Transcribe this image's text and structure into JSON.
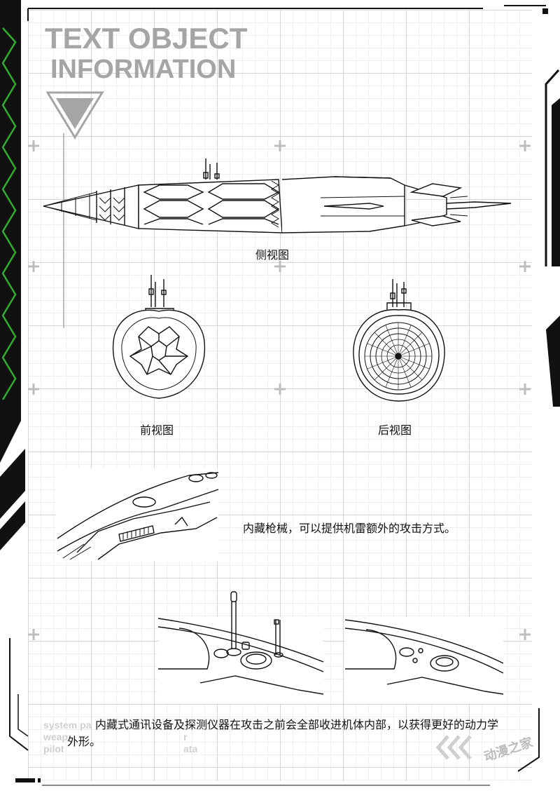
{
  "header": {
    "title_line1": "TEXT OBJECT",
    "title_line2": "INFORMATION"
  },
  "views": {
    "side_label": "侧视图",
    "front_label": "前视图",
    "rear_label": "后视图"
  },
  "details": {
    "weapon_text": "内藏枪械，可以提供机雷额外的攻击方式。",
    "comms_text": "内藏式通讯设备及探测仪器在攻击之前会全部收进机体内部，以获得更好的动力学外形。"
  },
  "watermark": {
    "line1": "system pa",
    "line2": "weap",
    "line3": "pilot",
    "tail2": "r",
    "tail3": "ata"
  },
  "logo": {
    "text": "动漫之家"
  },
  "colors": {
    "accent_green": "#2fae2f",
    "frame_black": "#111111",
    "title_gray": "#a5a5a5"
  }
}
